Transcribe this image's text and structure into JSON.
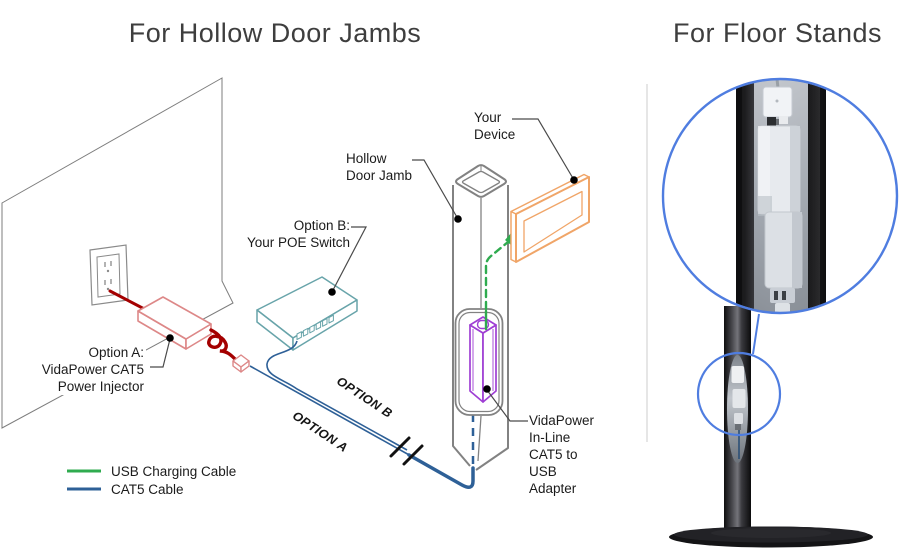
{
  "left_panel": {
    "title": "For Hollow Door Jambs",
    "labels": {
      "your_device": "Your\nDevice",
      "hollow_door_jamb": "Hollow\nDoor Jamb",
      "poe_switch": "Option B:\nYour POE Switch",
      "power_injector": "Option A:\nVidaPower CAT5\nPower Injector",
      "inline_adapter": "VidaPower\nIn-Line\nCAT5 to\nUSB\nAdapter",
      "option_a_cable": "OPTION A",
      "option_b_cable": "OPTION B"
    },
    "legend": {
      "items": [
        {
          "label": "USB Charging Cable",
          "color": "#2fab4f"
        },
        {
          "label": "CAT5 Cable",
          "color": "#2e6097"
        }
      ]
    }
  },
  "right_panel": {
    "title": "For Floor Stands"
  },
  "colors": {
    "usb_cable_green": "#2fab4f",
    "cat5_cable_blue": "#2e6097",
    "power_cord_red": "#a40000",
    "injector_outline_red": "#dd8888",
    "poe_switch_teal": "#68a4aa",
    "adapter_purple": "#9f3fd4",
    "device_orange": "#f0a568",
    "jamb_gray": "#828282",
    "callout_blue": "#4f7de0",
    "title_gray": "#3e3e3e"
  }
}
